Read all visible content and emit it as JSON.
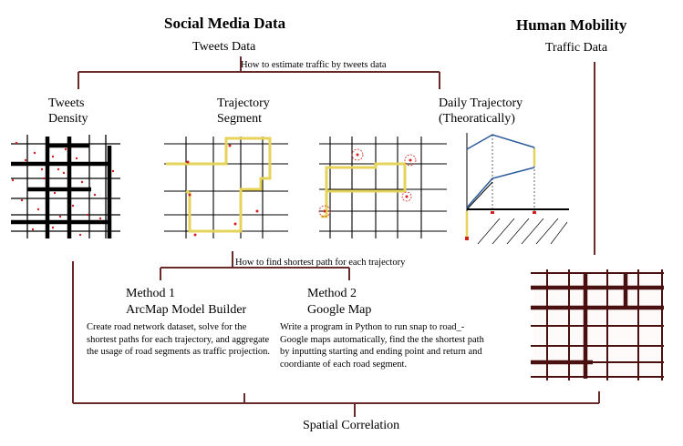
{
  "left_section": {
    "title": "Social Media Data",
    "subtitle": "Tweets Data",
    "question1": "How to estimate traffic by tweets data",
    "panel1_label": [
      "Tweets",
      "Density"
    ],
    "panel2_label": [
      "Trajectory",
      "Segment"
    ],
    "panel3_label": [
      "Daily Trajectory",
      "(Theoratically)"
    ],
    "question2": "How to find shortest path for each trajectory",
    "method1": {
      "title": "Method 1",
      "subtitle": "ArcMap Model Builder",
      "text": "Create road network dataset, solve for the shortest paths for each trajectory, and aggregate the usage of road segments as traffic projection."
    },
    "method2": {
      "title": "Method 2",
      "subtitle": "Google Map",
      "text": "Write a program in Python to run snap to road_-Google maps automatically, find the the shortest path by inputting starting and ending point and return and coordiante of each road segment."
    }
  },
  "right_section": {
    "title": "Human Mobility",
    "subtitle": "Traffic Data"
  },
  "footer": {
    "label": "Spatial Correlation"
  },
  "colors": {
    "bracket": "#6b2a2a",
    "road": "#000000",
    "traffic_road": "#4a1010",
    "trajectory": "#e6d45a",
    "tweet_point": "#d42020",
    "chart_line": "#2a5a9a"
  }
}
